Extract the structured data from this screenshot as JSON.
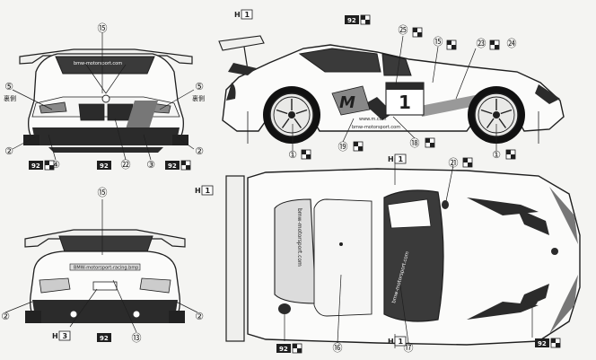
{
  "callouts": {
    "c15": "⑮",
    "c5": "⑤",
    "c2": "②",
    "c4": "④",
    "c22": "㉒",
    "c3": "③",
    "c25": "㉕",
    "c23": "㉓",
    "c24": "㉔",
    "c19": "⑲",
    "c18": "⑱",
    "c1": "①",
    "c21": "㉑",
    "c16": "⑯",
    "c17": "⑰",
    "c13": "⑬"
  },
  "markers": {
    "h": "H",
    "n1": "1",
    "n3": "3",
    "n92": "92",
    "side_note": "裏側"
  },
  "decals": {
    "bmw_motorsport": "bmw-motorsport.com",
    "bmw_m": "M",
    "race_number": "1",
    "rear_banner": "BMW-motorsport-racing.bmp",
    "bmw_m_site": "www.m.com"
  },
  "colors": {
    "ink": "#1f1f1f",
    "dark_panel": "#2b2b2b",
    "paper": "#f4f4f2"
  }
}
